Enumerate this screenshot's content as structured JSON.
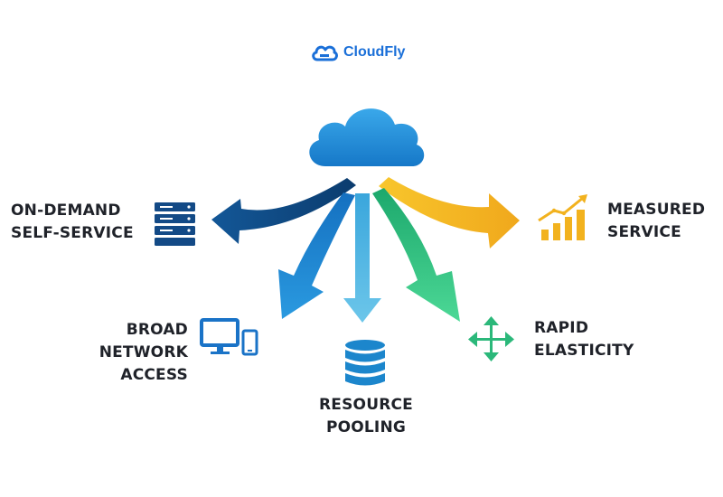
{
  "brand": {
    "name": "CloudFly",
    "color": "#1a6fd8"
  },
  "center": {
    "icon": "cloud-icon",
    "color": "#1f8fd8"
  },
  "nodes": [
    {
      "id": "on-demand",
      "lines": [
        "ON-DEMAND",
        "SELF-SERVICE"
      ],
      "icon": "server-icon",
      "color": "#0f4c85"
    },
    {
      "id": "measured",
      "lines": [
        "MEASURED",
        "SERVICE"
      ],
      "icon": "bar-chart-icon",
      "color": "#f5b820"
    },
    {
      "id": "broad-network",
      "lines": [
        "BROAD",
        "NETWORK",
        "ACCESS"
      ],
      "icon": "devices-icon",
      "color": "#1a7fd0"
    },
    {
      "id": "resource-pooling",
      "lines": [
        "RESOURCE",
        "POOLING"
      ],
      "icon": "database-icon",
      "color": "#4ab8e0"
    },
    {
      "id": "rapid-elasticity",
      "lines": [
        "RAPID",
        "ELASTICITY"
      ],
      "icon": "move-arrows-icon",
      "color": "#2ec27e"
    }
  ]
}
